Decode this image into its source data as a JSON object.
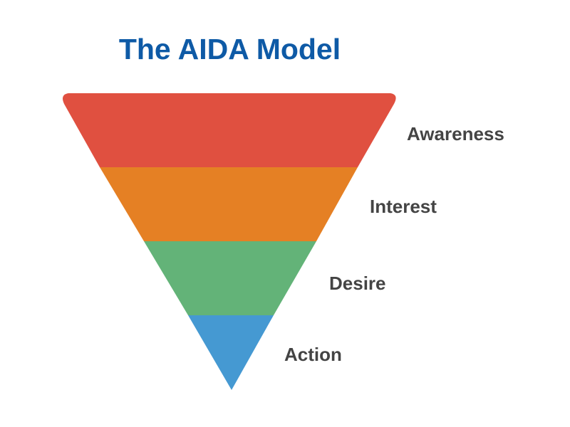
{
  "title": "The AIDA Model",
  "stages": [
    {
      "label": "Awareness",
      "color": "#e05040"
    },
    {
      "label": "Interest",
      "color": "#e58024"
    },
    {
      "label": "Desire",
      "color": "#63b378"
    },
    {
      "label": "Action",
      "color": "#4599d2"
    }
  ]
}
